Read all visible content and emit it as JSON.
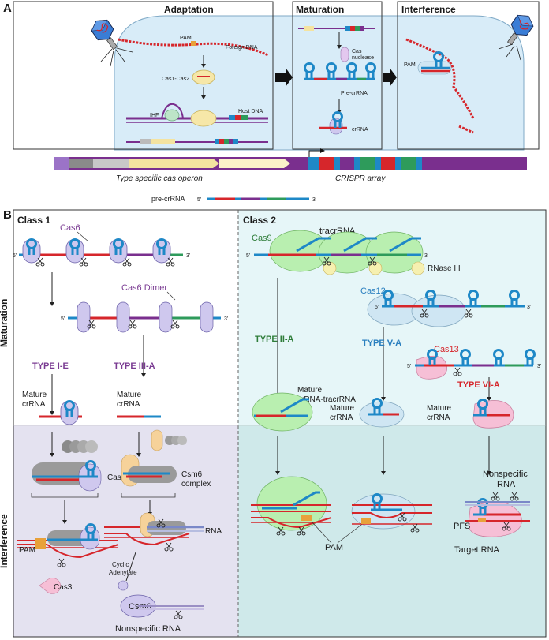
{
  "panel_a": {
    "letter": "A",
    "adaptation": {
      "title": "Adaptation",
      "pam": "PAM",
      "foreign_dna": "Foreign DNA",
      "cas1_cas2": "Cas1-Cas2",
      "ihf": "IHF",
      "host_dna": "Host DNA"
    },
    "maturation": {
      "title": "Maturation",
      "cas_nuclease": "Cas\nnuclease",
      "pre_crrna": "Pre-crRNA",
      "crrna": "crRNA"
    },
    "interference": {
      "title": "Interference",
      "pam": "PAM"
    },
    "operon_label": "Type specific cas operon",
    "array_label": "CRISPR array",
    "pre_crrna_label": "pre-crRNA",
    "five_prime": "5'",
    "three_prime": "3'"
  },
  "panel_b": {
    "letter": "B",
    "row_maturation": "Maturation",
    "row_interference": "Interference",
    "class1": {
      "title": "Class 1",
      "cas6": "Cas6",
      "cas6_dimer": "Cas6 Dimer",
      "type_ie": "TYPE I-E",
      "type_iiia": "TYPE III-A",
      "mature_crrna_1": "Mature\ncrRNA",
      "mature_crrna_2": "Mature\ncrRNA",
      "cascade": "Cascade",
      "csm6_complex": "Csm6\ncomplex",
      "rna": "RNA",
      "pam": "PAM",
      "cyclic_adenylate": "Cyclic\nAdenylate",
      "cas3": "Cas3",
      "csm6": "Csm6",
      "nonspecific_rna": "Nonspecific RNA"
    },
    "class2": {
      "title": "Class 2",
      "cas9": "Cas9",
      "tracrrna": "tracrRNA",
      "rnase_iii": "RNase III",
      "cas12": "Cas12",
      "cas13": "Cas13",
      "type_iia": "TYPE II-A",
      "type_va": "TYPE V-A",
      "type_via": "TYPE VI-A",
      "mature_crrna_tracrrna": "Mature\ncrRNA-tracrRNA",
      "mature_crrna_v": "Mature\ncrRNA",
      "mature_crrna_vi": "Mature\ncrRNA",
      "pam": "PAM",
      "nonspecific_rna": "Nonspecific\nRNA",
      "pfs": "PFS",
      "target_rna": "Target RNA"
    }
  },
  "colors": {
    "class1_maturation_bg": "#ffffff",
    "class1_interference_bg": "#e4e2f0",
    "class2_maturation_bg": "#e6f6f8",
    "class2_interference_bg": "#cfe9ea",
    "cell_bg": "#d8ecf8",
    "crrna_blue": "#1e88c7",
    "spacer_red": "#d6262b",
    "spacer_purple": "#7a2f8e",
    "spacer_green": "#2e9b5b",
    "cas6_purple": "#cfc8ee",
    "cas9_green": "#b9efb0",
    "cas12_blue": "#cfe6f3",
    "cas13_pink": "#f6bfd6",
    "type_ie_color": "#7a3b92",
    "type_iia_color": "#2f7d3a",
    "type_va_color": "#2a7fbf",
    "type_via_color": "#d6262b"
  }
}
